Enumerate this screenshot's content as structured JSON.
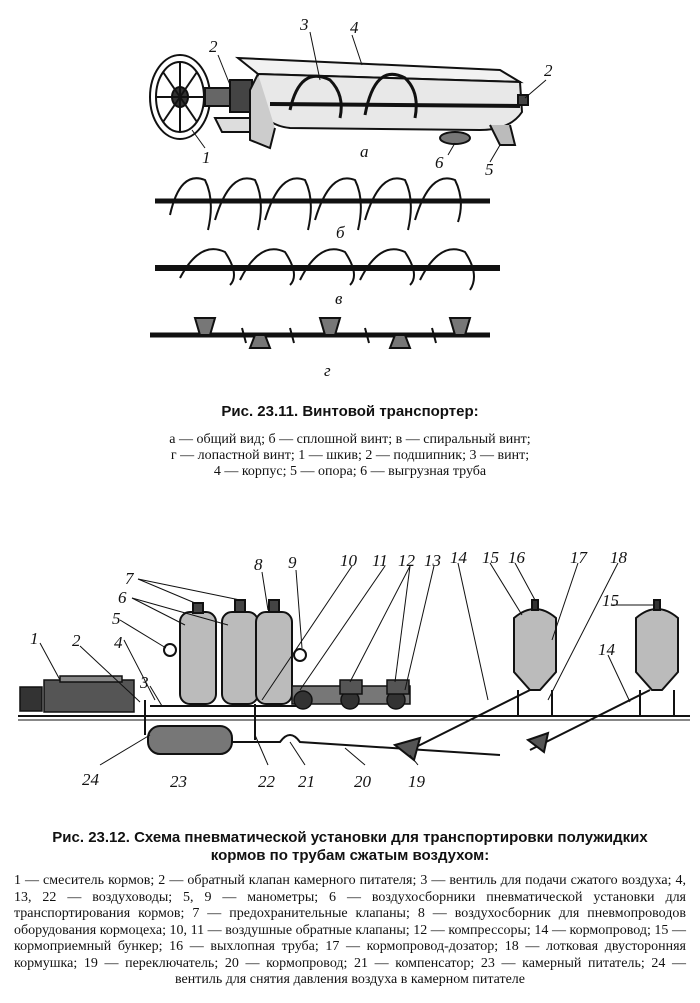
{
  "figure1": {
    "labels": {
      "n1": "1",
      "n2a": "2",
      "n2b": "2",
      "n3": "3",
      "n4": "4",
      "n5": "5",
      "n6": "6",
      "a": "а",
      "b": "б",
      "v": "в",
      "g": "г"
    },
    "caption": "Рис. 23.11. Винтовой транспортер:",
    "legend": [
      "а — общий вид; б — сплошной винт; в — спиральный винт;",
      "г — лопастной винт; 1 — шкив; 2 — подшипник; 3 — винт;",
      "4 — корпус; 5 — опора; 6 — выгрузная труба"
    ]
  },
  "figure2": {
    "labels": {
      "n1": "1",
      "n2": "2",
      "n3": "3",
      "n4": "4",
      "n5": "5",
      "n6": "6",
      "n7": "7",
      "n8": "8",
      "n9": "9",
      "n10": "10",
      "n11": "11",
      "n12": "12",
      "n13": "13",
      "n14a": "14",
      "n14b": "14",
      "n15a": "15",
      "n15b": "15",
      "n16": "16",
      "n17": "17",
      "n18": "18",
      "n19": "19",
      "n20": "20",
      "n21": "21",
      "n22": "22",
      "n23": "23",
      "n24": "24"
    },
    "caption_line1": "Рис. 23.12. Схема пневматической установки для транспортировки полужидких",
    "caption_line2": "кормов по трубам сжатым воздухом:",
    "legend": "1 — смеситель кормов; 2 — обратный клапан камерного питателя; 3 — вентиль для подачи сжатого воздуха; 4, 13, 22 — воздуховоды; 5, 9 — манометры; 6 — воздухосборники пневматической установки для транспортирования кормов; 7 — предохранительные клапаны; 8 — воздухосборник для пневмопроводов оборудования кормоцеха; 10, 11 — воздушные обратные клапаны; 12 — компрессоры; 14 — кормопровод; 15 — кормоприемный бункер; 16 — выхлопная труба; 17 — кормопровод-дозатор; 18 — лотковая двусторонняя кормушка; 19 — переключатель; 20 — кормопровод; 21 — компенсатор; 23 — камерный питатель; 24 — вентиль для снятия давления воздуха в камерном питателе"
  }
}
